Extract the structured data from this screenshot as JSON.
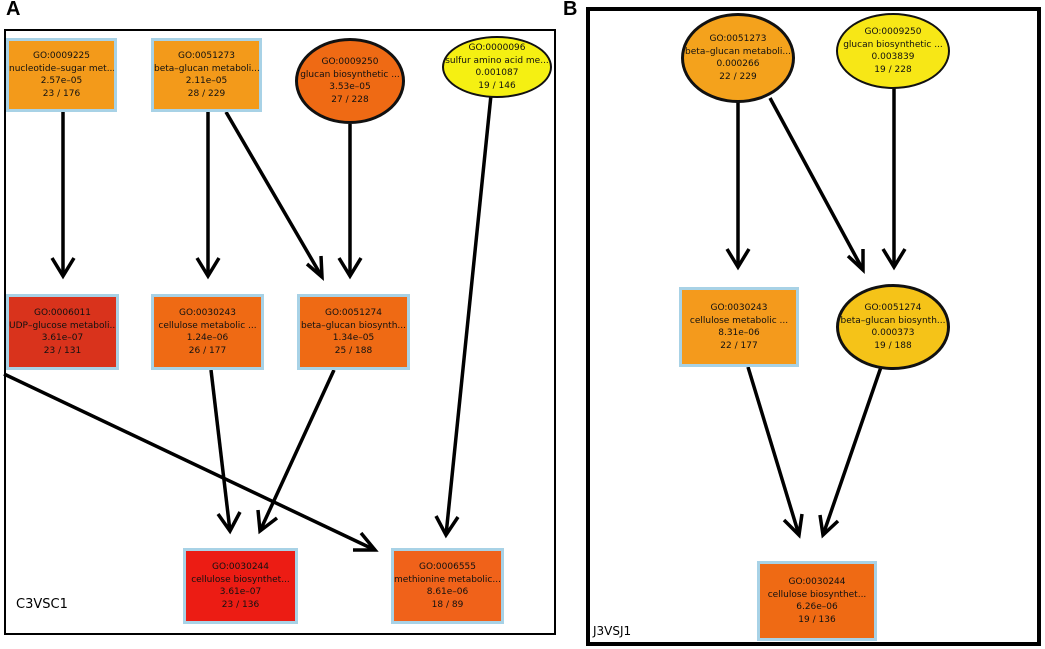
{
  "panels": [
    {
      "letter": "A",
      "label": "C3VSC1",
      "nodes": [
        {
          "id": "GO:0009225",
          "name": "nucleotide–sugar met...",
          "pvalue": "2.57e–05",
          "count": "23 / 176",
          "color": "#f39a1a",
          "shape": "rect"
        },
        {
          "id": "GO:0051273",
          "name": "beta–glucan metaboli...",
          "pvalue": "2.11e–05",
          "count": "28 / 229",
          "color": "#f39a1a",
          "shape": "rect"
        },
        {
          "id": "GO:0009250",
          "name": "glucan biosynthetic ...",
          "pvalue": "3.53e–05",
          "count": "27 / 228",
          "color": "#ef6a14",
          "shape": "ellipse"
        },
        {
          "id": "GO:0000096",
          "name": "sulfur amino acid me...",
          "pvalue": "0.001087",
          "count": "19 / 146",
          "color": "#f5f012",
          "shape": "ellipse"
        },
        {
          "id": "GO:0006011",
          "name": "UDP–glucose metaboli...",
          "pvalue": "3.61e–07",
          "count": "23 / 131",
          "color": "#d9331c",
          "shape": "rect"
        },
        {
          "id": "GO:0030243",
          "name": "cellulose metabolic ...",
          "pvalue": "1.24e–06",
          "count": "26 / 177",
          "color": "#ef6a14",
          "shape": "rect"
        },
        {
          "id": "GO:0051274",
          "name": "beta–glucan biosynth...",
          "pvalue": "1.34e–05",
          "count": "25 / 188",
          "color": "#ef6a14",
          "shape": "rect"
        },
        {
          "id": "GO:0030244",
          "name": "cellulose biosynthet...",
          "pvalue": "3.61e–07",
          "count": "23 / 136",
          "color": "#ec1c14",
          "shape": "rect"
        },
        {
          "id": "GO:0006555",
          "name": "methionine metabolic...",
          "pvalue": "8.61e–06",
          "count": "18 / 89",
          "color": "#f0621a",
          "shape": "rect"
        }
      ]
    },
    {
      "letter": "B",
      "label": "J3VSJ1",
      "nodes": [
        {
          "id": "GO:0051273",
          "name": "beta–glucan metaboli...",
          "pvalue": "0.000266",
          "count": "22 / 229",
          "color": "#f4a21c",
          "shape": "ellipse"
        },
        {
          "id": "GO:0009250",
          "name": "glucan biosynthetic ...",
          "pvalue": "0.003839",
          "count": "19 / 228",
          "color": "#f7e716",
          "shape": "ellipse"
        },
        {
          "id": "GO:0030243",
          "name": "cellulose metabolic ...",
          "pvalue": "8.31e–06",
          "count": "22 / 177",
          "color": "#f49a1c",
          "shape": "rect"
        },
        {
          "id": "GO:0051274",
          "name": "beta–glucan biosynth...",
          "pvalue": "0.000373",
          "count": "19 / 188",
          "color": "#f5c318",
          "shape": "ellipse"
        },
        {
          "id": "GO:0030244",
          "name": "cellulose biosynthet...",
          "pvalue": "6.26e–06",
          "count": "19 / 136",
          "color": "#ef6a14",
          "shape": "rect"
        }
      ]
    }
  ]
}
